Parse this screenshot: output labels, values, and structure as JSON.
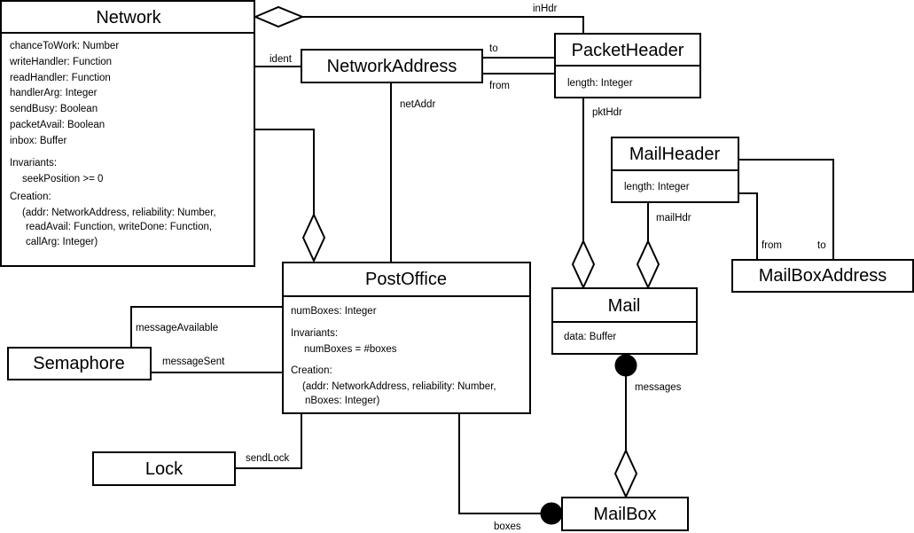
{
  "classes": {
    "network": {
      "name": "Network",
      "attrs": [
        "chanceToWork: Number",
        "writeHandler: Function",
        "readHandler: Function",
        "handlerArg: Integer",
        "sendBusy: Boolean",
        "packetAvail: Boolean",
        "inbox: Buffer"
      ],
      "invariants_heading": "Invariants:",
      "invariants": [
        "seekPosition >= 0"
      ],
      "creation_heading": "Creation:",
      "creation": [
        "(addr: NetworkAddress, reliability: Number,",
        "readAvail: Function, writeDone: Function,",
        "callArg: Integer)"
      ]
    },
    "network_address": {
      "name": "NetworkAddress"
    },
    "packet_header": {
      "name": "PacketHeader",
      "attrs": [
        "length: Integer"
      ]
    },
    "mail_header": {
      "name": "MailHeader",
      "attrs": [
        "length: Integer"
      ]
    },
    "mailbox_address": {
      "name": "MailBoxAddress"
    },
    "post_office": {
      "name": "PostOffice",
      "attrs": [
        "numBoxes: Integer"
      ],
      "invariants_heading": "Invariants:",
      "invariants": [
        "numBoxes = #boxes"
      ],
      "creation_heading": "Creation:",
      "creation": [
        "(addr: NetworkAddress, reliability: Number,",
        "nBoxes: Integer)"
      ]
    },
    "mail": {
      "name": "Mail",
      "attrs": [
        "data: Buffer"
      ]
    },
    "semaphore": {
      "name": "Semaphore"
    },
    "lock": {
      "name": "Lock"
    },
    "mailbox": {
      "name": "MailBox"
    }
  },
  "associations": {
    "inHdr": "inHdr",
    "ident": "ident",
    "to_packet": "to",
    "from_packet": "from",
    "netAddr": "netAddr",
    "pktHdr": "pktHdr",
    "mailHdr": "mailHdr",
    "from_mail": "from",
    "to_mail": "to",
    "messageAvailable": "messageAvailable",
    "messageSent": "messageSent",
    "sendLock": "sendLock",
    "messages": "messages",
    "boxes": "boxes"
  }
}
